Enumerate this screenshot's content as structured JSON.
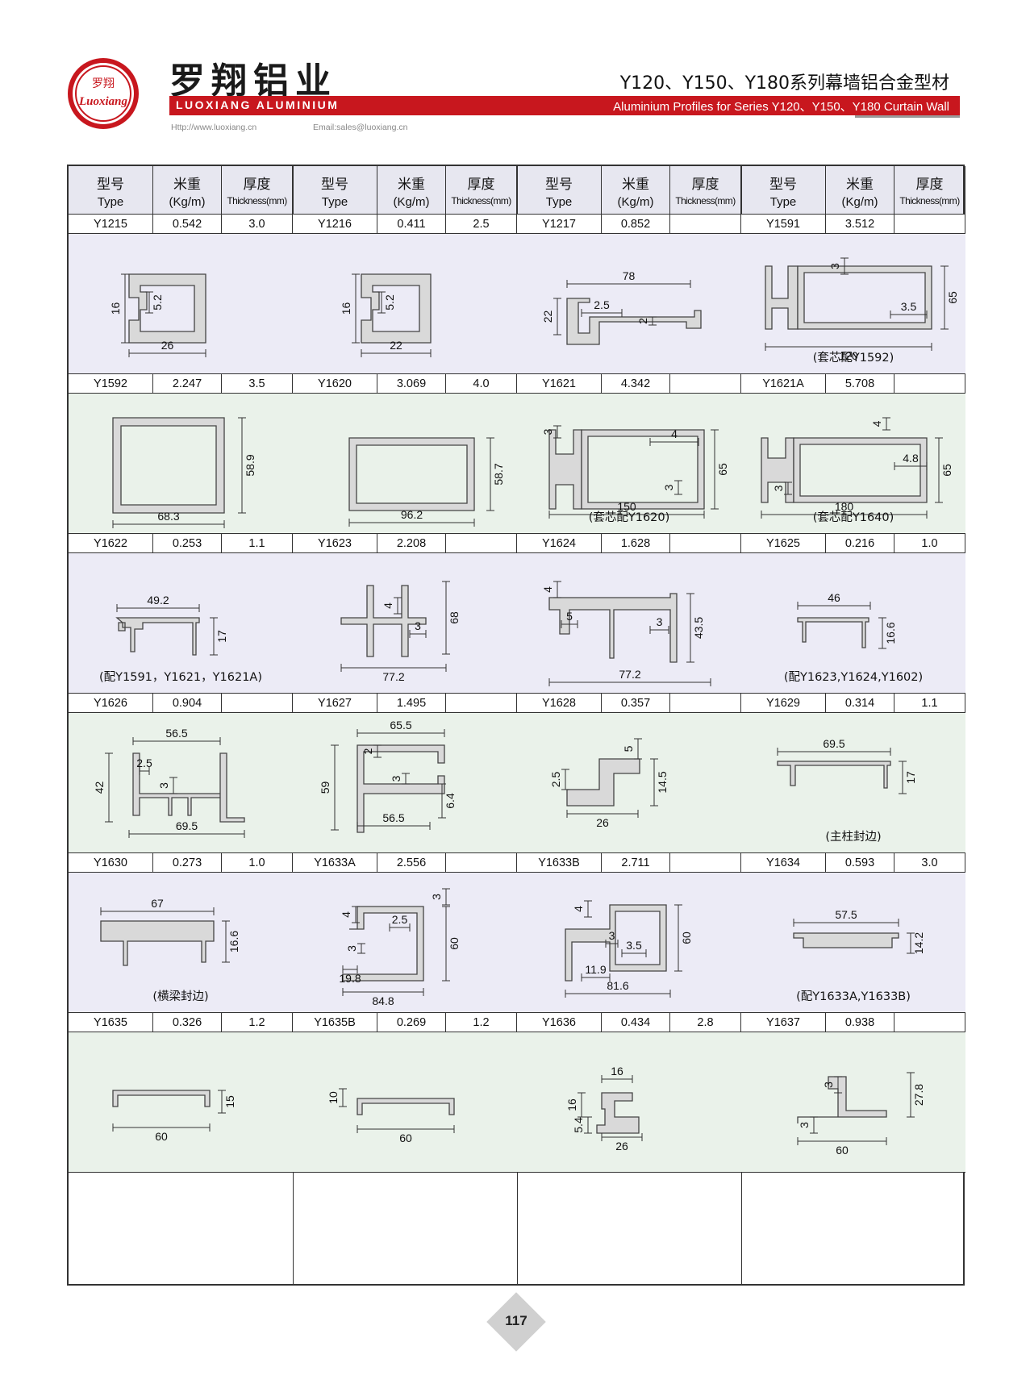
{
  "header": {
    "logo_text_cn": "罗翔",
    "logo_text_en": "Luoxiang",
    "brand_cn": "罗翔铝业",
    "brand_en": "LUOXIANG ALUMINIUM",
    "title_cn": "Y120、Y150、Y180系列幕墙铝合金型材",
    "title_en": "Aluminium Profiles for Series Y120、Y150、Y180 Curtain Wall",
    "http": "Http://www.luoxiang.cn",
    "email": "Email:sales@luoxiang.cn",
    "colors": {
      "accent": "#c8171e"
    }
  },
  "columns": {
    "type_cn": "型号",
    "type_en": "Type",
    "weight_cn": "米重",
    "weight_en": "(Kg/m)",
    "thickness_cn": "厚度",
    "thickness_en": "Thickness(mm)"
  },
  "rows": [
    {
      "items": [
        {
          "type": "Y1215",
          "weight": "0.542",
          "thickness": "3.0",
          "dims": [
            "16",
            "5.2",
            "26"
          ],
          "note": ""
        },
        {
          "type": "Y1216",
          "weight": "0.411",
          "thickness": "2.5",
          "dims": [
            "16",
            "5.2",
            "22"
          ],
          "note": ""
        },
        {
          "type": "Y1217",
          "weight": "0.852",
          "thickness": "",
          "dims": [
            "78",
            "22",
            "2.5",
            "2"
          ],
          "note": ""
        },
        {
          "type": "Y1591",
          "weight": "3.512",
          "thickness": "",
          "dims": [
            "3",
            "3.5",
            "65",
            "120"
          ],
          "note": "(套芯配Y1592)"
        }
      ]
    },
    {
      "items": [
        {
          "type": "Y1592",
          "weight": "2.247",
          "thickness": "3.5",
          "dims": [
            "58.9",
            "68.3"
          ],
          "note": ""
        },
        {
          "type": "Y1620",
          "weight": "3.069",
          "thickness": "4.0",
          "dims": [
            "58.7",
            "96.2"
          ],
          "note": ""
        },
        {
          "type": "Y1621",
          "weight": "4.342",
          "thickness": "",
          "dims": [
            "3",
            "4",
            "65",
            "3",
            "150"
          ],
          "note": "(套芯配Y1620)"
        },
        {
          "type": "Y1621A",
          "weight": "5.708",
          "thickness": "",
          "dims": [
            "4",
            "4.8",
            "65",
            "3",
            "180"
          ],
          "note": "(套芯配Y1640)"
        }
      ]
    },
    {
      "items": [
        {
          "type": "Y1622",
          "weight": "0.253",
          "thickness": "1.1",
          "dims": [
            "49.2",
            "17"
          ],
          "note": "(配Y1591，Y1621，Y1621A)"
        },
        {
          "type": "Y1623",
          "weight": "2.208",
          "thickness": "",
          "dims": [
            "4",
            "68",
            "3",
            "77.2"
          ],
          "note": ""
        },
        {
          "type": "Y1624",
          "weight": "1.628",
          "thickness": "",
          "dims": [
            "4",
            "5",
            "3",
            "43.5",
            "77.2"
          ],
          "note": ""
        },
        {
          "type": "Y1625",
          "weight": "0.216",
          "thickness": "1.0",
          "dims": [
            "46",
            "16.6"
          ],
          "note": "(配Y1623,Y1624,Y1602)"
        }
      ]
    },
    {
      "items": [
        {
          "type": "Y1626",
          "weight": "0.904",
          "thickness": "",
          "dims": [
            "56.5",
            "2.5",
            "42",
            "3",
            "69.5"
          ],
          "note": ""
        },
        {
          "type": "Y1627",
          "weight": "1.495",
          "thickness": "",
          "dims": [
            "65.5",
            "2",
            "3",
            "59",
            "6.4",
            "56.5"
          ],
          "note": ""
        },
        {
          "type": "Y1628",
          "weight": "0.357",
          "thickness": "",
          "dims": [
            "5",
            "2.5",
            "14.5",
            "26"
          ],
          "note": ""
        },
        {
          "type": "Y1629",
          "weight": "0.314",
          "thickness": "1.1",
          "dims": [
            "69.5",
            "17"
          ],
          "note": "(主柱封边)"
        }
      ]
    },
    {
      "items": [
        {
          "type": "Y1630",
          "weight": "0.273",
          "thickness": "1.0",
          "dims": [
            "67",
            "16.6"
          ],
          "note": "(横梁封边)"
        },
        {
          "type": "Y1633A",
          "weight": "2.556",
          "thickness": "",
          "dims": [
            "3",
            "4",
            "2.5",
            "60",
            "3",
            "19.8",
            "84.8"
          ],
          "note": ""
        },
        {
          "type": "Y1633B",
          "weight": "2.711",
          "thickness": "",
          "dims": [
            "4",
            "3",
            "60",
            "3.5",
            "11.9",
            "81.6"
          ],
          "note": ""
        },
        {
          "type": "Y1634",
          "weight": "0.593",
          "thickness": "3.0",
          "dims": [
            "57.5",
            "14.2"
          ],
          "note": "(配Y1633A,Y1633B)"
        }
      ]
    },
    {
      "items": [
        {
          "type": "Y1635",
          "weight": "0.326",
          "thickness": "1.2",
          "dims": [
            "15",
            "60"
          ],
          "note": ""
        },
        {
          "type": "Y1635B",
          "weight": "0.269",
          "thickness": "1.2",
          "dims": [
            "10",
            "60"
          ],
          "note": ""
        },
        {
          "type": "Y1636",
          "weight": "0.434",
          "thickness": "2.8",
          "dims": [
            "16",
            "16",
            "5.4",
            "26"
          ],
          "note": ""
        },
        {
          "type": "Y1637",
          "weight": "0.938",
          "thickness": "",
          "dims": [
            "3",
            "27.8",
            "3",
            "60"
          ],
          "note": ""
        }
      ]
    }
  ],
  "page_number": "117"
}
